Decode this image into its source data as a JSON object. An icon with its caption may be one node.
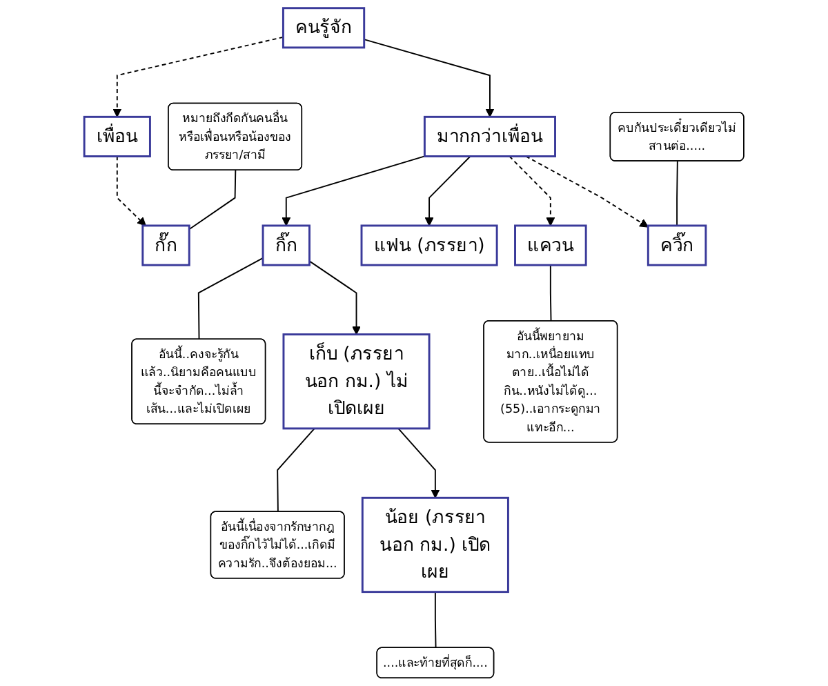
{
  "diagram": {
    "nodes": [
      {
        "text": [
          "คนรู้จัก"
        ]
      },
      {
        "text": [
          "คบกันประเดี๋ยวเดียวไม่สานต่อ....."
        ]
      },
      {
        "text": [
          "หมายถึงกีดกันคนอื่นหรือเพื่อนหรือน้องของภรรยา/สามี"
        ]
      },
      {
        "text": [
          "เพื่อน"
        ]
      },
      {
        "text": [
          "มากกว่าเพื่อน"
        ]
      },
      {
        "text": [
          "ควิ๊ก"
        ]
      },
      {
        "text": [
          "แควน"
        ]
      },
      {
        "text": [
          "อันนี้พยายามมาก..เหนื่อยแทบตาย..เนื้อไม่ได้กิน..หนังไม่ได้ดู...(55)..เอากระดูกมาแทะอีก..."
        ]
      },
      {
        "text": [
          "กั๊ก"
        ]
      },
      {
        "text": [
          "กิ๊ก"
        ]
      },
      {
        "text": [
          "แฟน (ภรรยา)"
        ]
      },
      {
        "text": [
          "อันนี้..คงจะรู้กันแล้ว..นิยามคือคนแบบนี้จะจำกัด...ไม่ล้ำเส้น...และไม่เปิดเผย"
        ]
      },
      {
        "text": [
          "เก็บ (ภรรยานอก กม.) ไม่เปิดเผย"
        ]
      },
      {
        "text": [
          "อันนี้เนื่องจากรักษากฎของกิ๊กไว้ไม่ได้...เกิดมีความรัก..จึงต้องยอม..."
        ]
      },
      {
        "text": [
          "น้อย (ภรรยานอก กม.) เปิดเผย"
        ]
      },
      {
        "text": [
          "....และท้ายที่สุดก็...."
        ]
      }
    ],
    "edges": [
      {
        "from": 0,
        "to": 3,
        "arrow": "to",
        "style": "dashed"
      },
      {
        "from": 0,
        "to": 4,
        "arrow": "to"
      },
      {
        "from": 1,
        "to": 5,
        "arrow": "none"
      },
      {
        "from": 2,
        "to": 8,
        "arrow": "none"
      },
      {
        "from": 3,
        "to": 8,
        "arrow": "to",
        "style": "dashed"
      },
      {
        "from": 4,
        "to": 5,
        "arrow": "to",
        "style": "dashed"
      },
      {
        "from": 4,
        "to": 6,
        "arrow": "to",
        "style": "dashed"
      },
      {
        "from": 4,
        "to": 9,
        "arrow": "to"
      },
      {
        "from": 4,
        "to": 10,
        "arrow": "to"
      },
      {
        "from": 6,
        "to": 7,
        "arrow": "none"
      },
      {
        "from": 9,
        "to": 11,
        "arrow": "none"
      },
      {
        "from": 9,
        "to": 12,
        "arrow": "to"
      },
      {
        "from": 12,
        "to": 13,
        "arrow": "none"
      },
      {
        "from": 12,
        "to": 14,
        "arrow": "to"
      },
      {
        "from": 14,
        "to": 15,
        "arrow": "none"
      }
    ]
  }
}
